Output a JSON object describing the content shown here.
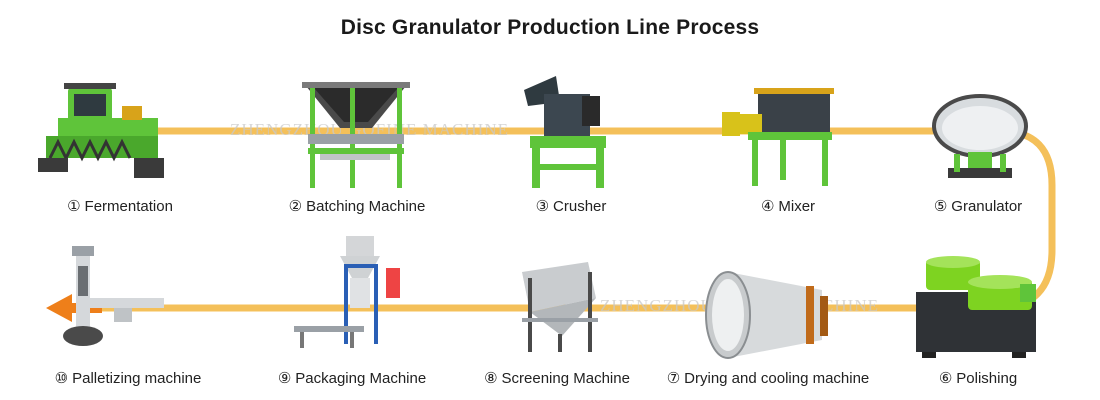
{
  "title": "Disc Granulator Production Line Process",
  "watermark": "ZHENGZHOU GOFINE MACHINE",
  "colors": {
    "flow_line": "#f4c05a",
    "machine_green": "#5fc43a",
    "steel": "#9aa0a6",
    "dark": "#3a3a3a",
    "accent_orange": "#ee7f1a"
  },
  "steps": [
    {
      "number": "①",
      "name": "Fermentation",
      "icon": "compost-turner-icon"
    },
    {
      "number": "②",
      "name": "Batching Machine",
      "icon": "batching-hopper-icon"
    },
    {
      "number": "③",
      "name": "Crusher",
      "icon": "crusher-icon"
    },
    {
      "number": "④",
      "name": "Mixer",
      "icon": "mixer-icon"
    },
    {
      "number": "⑤",
      "name": "Granulator",
      "icon": "disc-granulator-icon"
    },
    {
      "number": "⑥",
      "name": "Polishing",
      "icon": "polishing-machine-icon"
    },
    {
      "number": "⑦",
      "name": "Drying and cooling machine",
      "icon": "rotary-dryer-icon"
    },
    {
      "number": "⑧",
      "name": "Screening Machine",
      "icon": "screening-machine-icon"
    },
    {
      "number": "⑨",
      "name": "Packaging Machine",
      "icon": "packaging-machine-icon"
    },
    {
      "number": "⑩",
      "name": "Palletizing machine",
      "icon": "palletizer-icon"
    }
  ]
}
